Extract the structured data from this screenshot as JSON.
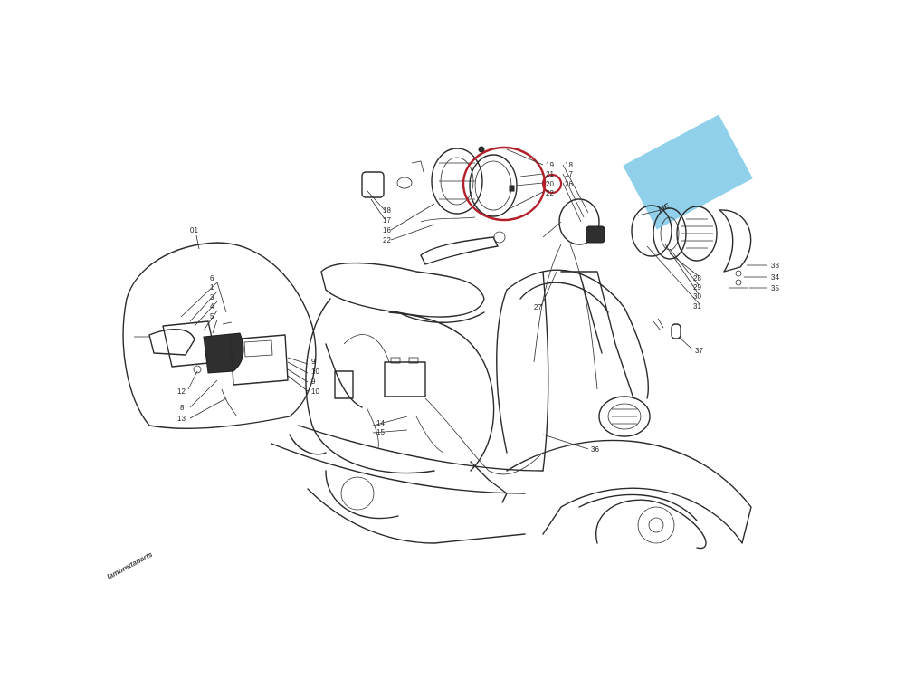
{
  "watermark": {
    "text": "lambrettaparts",
    "badge": "ME",
    "badge_color": "#7ec8e8",
    "text_color": "#d4d4d4"
  },
  "highlight_color": "#b3202a",
  "labels": {
    "l01": "01",
    "l6": "6",
    "l1": "1",
    "l3": "3",
    "l4": "4",
    "l5": "5",
    "l12": "12",
    "l8": "8",
    "l13": "13",
    "l9a": "9",
    "l10a": "10",
    "l9b": "9",
    "l10b": "10",
    "l14": "14",
    "l15": "15",
    "l18a": "18",
    "l17a": "17",
    "l16": "16",
    "l22a": "22",
    "l19": "19",
    "l21": "21",
    "l20": "20",
    "l22b": "22",
    "l18b": "18",
    "l17b": "17",
    "l26": "26",
    "l27": "27",
    "l28": "28",
    "l29": "29",
    "l30": "30",
    "l31": "31",
    "l33": "33",
    "l34": "34",
    "l35": "35",
    "l36": "36",
    "l37": "37"
  }
}
